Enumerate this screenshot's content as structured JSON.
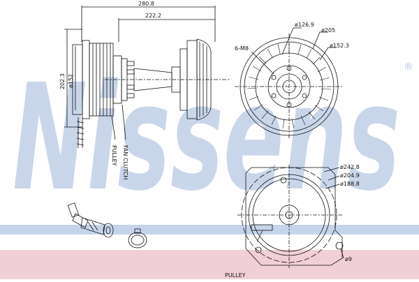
{
  "watermark": {
    "text": "Nissens",
    "registered": "®"
  },
  "bands": {
    "blue": "#c5d4ea",
    "pink": "#f1cfd7"
  },
  "side_view": {
    "overall_length": "280.8",
    "clutch_length": "222.2",
    "diameter_height": "202.3",
    "pulley_diameter": "ø152",
    "label_fan_clutch": "FAN CLUTCH",
    "label_pulley": "PULLEY"
  },
  "front_view": {
    "bolt_pattern": "6-M8",
    "diameters": [
      "ø126.9",
      "ø205",
      "ø152.3"
    ]
  },
  "pulley_view": {
    "label": "PULLEY",
    "diameters": [
      "ø242.8",
      "ø204.9",
      "ø188.8"
    ],
    "hole": "ø9"
  }
}
